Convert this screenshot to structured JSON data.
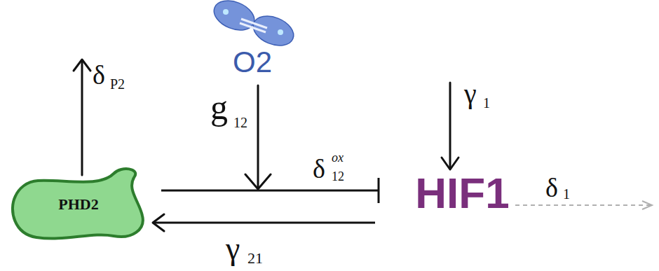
{
  "diagram": {
    "nodes": [
      {
        "text": [
          "PHD2"
        ]
      },
      {
        "text": [
          "HIF1"
        ]
      }
    ],
    "edges": [
      {
        "from": 0,
        "to": 1,
        "arrow": "to"
      },
      {
        "from": 1,
        "to": 0,
        "arrow": "to"
      }
    ],
    "labels": [
      "O2",
      "δ",
      "P2",
      "g",
      "12",
      "δ",
      "ox",
      "12",
      "γ",
      "1",
      "γ",
      "21",
      "δ",
      "1"
    ]
  }
}
